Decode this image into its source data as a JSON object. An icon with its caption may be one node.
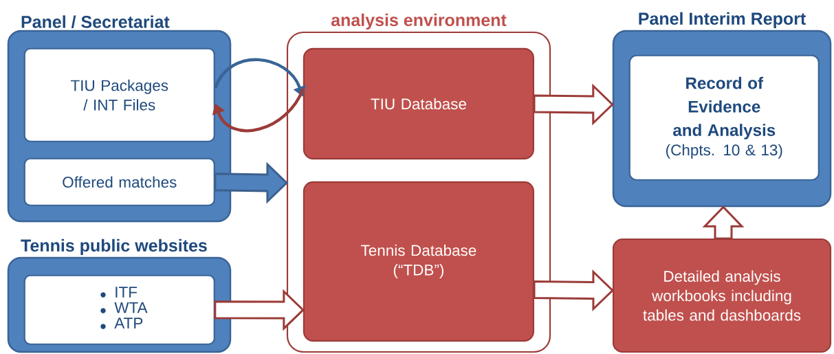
{
  "diagram": {
    "nodes": [
      {
        "text": [
          "Panel / Secretariat"
        ]
      },
      {
        "text": [
          "TIU Packages / INT Files"
        ],
        "in": 0
      },
      {
        "text": [
          "Offered matches"
        ],
        "in": 0
      },
      {
        "text": [
          "Tennis public websites"
        ]
      },
      {
        "text": [
          "ITF",
          "WTA",
          "ATP"
        ],
        "in": 3
      },
      {
        "text": [
          "analysis environment"
        ]
      },
      {
        "text": [
          "TIU Database"
        ],
        "in": 5
      },
      {
        "text": [
          "Tennis Database (“TDB”)"
        ],
        "in": 5
      },
      {
        "text": [
          "Panel Interim Report"
        ]
      },
      {
        "text": [
          "Record of Evidence and Analysis",
          "(Chpts. 10 & 13)"
        ],
        "in": 8
      },
      {
        "text": [
          "Detailed analysis workbooks including tables and dashboards"
        ]
      }
    ],
    "edges": [
      {
        "from": 1,
        "to": 6,
        "arrow": "to",
        "color": "#3a6496"
      },
      {
        "from": 6,
        "to": 1,
        "arrow": "to",
        "color": "#9b3b38"
      },
      {
        "from": 2,
        "to": 5,
        "arrow": "to",
        "color": "#4f81bd"
      },
      {
        "from": 4,
        "to": 7,
        "arrow": "to"
      },
      {
        "from": 6,
        "to": 8,
        "arrow": "to"
      },
      {
        "from": 7,
        "to": 10,
        "arrow": "to"
      },
      {
        "from": 10,
        "to": 8,
        "arrow": "to"
      }
    ]
  }
}
